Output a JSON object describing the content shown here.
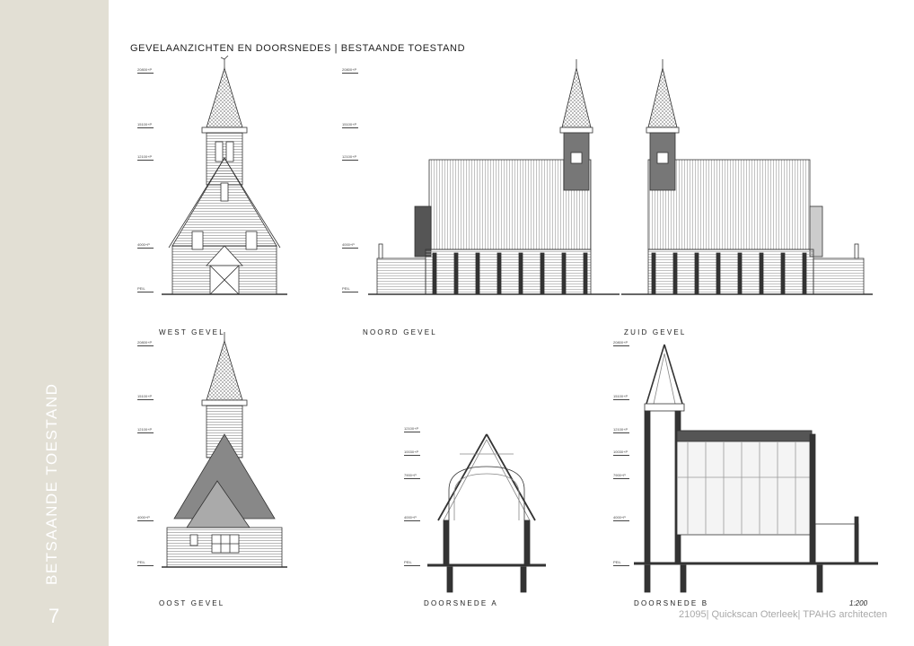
{
  "sheet": {
    "title": "GEVELAANZICHTEN EN DOORSNEDES | BESTAANDE TOESTAND",
    "side_title": "BETSAANDE TOESTAND",
    "page_number": "7",
    "scale": "1:200",
    "footer": "21095| Quickscan Oterleek| TPAHG architecten"
  },
  "drawings": {
    "west": "WEST GEVEL",
    "noord": "NOORD GEVEL",
    "zuid": "ZUID GEVEL",
    "oost": "OOST GEVEL",
    "doorsnede_a": "DOORSNEDE A",
    "doorsnede_b": "DOORSNEDE B"
  },
  "levels": {
    "top": "20800+P",
    "tower": "15100+P",
    "ridge": "12100+P",
    "upper": "10030+P",
    "mid": "7900+P",
    "eaves": "4000+P",
    "floor": "PEIL"
  },
  "colors": {
    "sidebar": "#e2dfd4",
    "line": "#333333",
    "footer": "#a9a9a9"
  }
}
